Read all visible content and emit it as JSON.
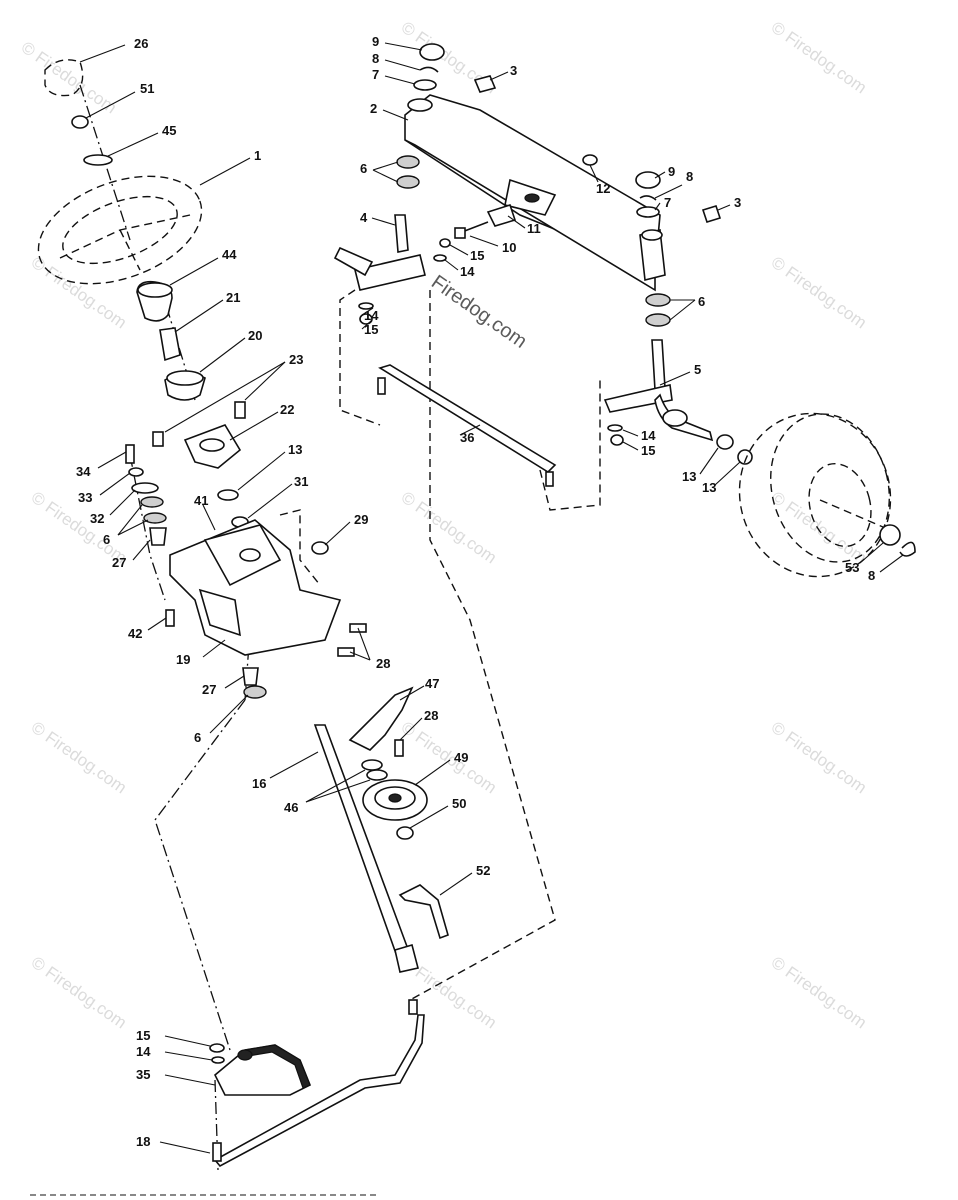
{
  "watermark": {
    "text": "© Firedog.com",
    "center_text": "Firedog.com"
  },
  "callouts": [
    {
      "id": "c26",
      "text": "26"
    },
    {
      "id": "c51",
      "text": "51"
    },
    {
      "id": "c45",
      "text": "45"
    },
    {
      "id": "c1",
      "text": "1"
    },
    {
      "id": "c44",
      "text": "44"
    },
    {
      "id": "c21",
      "text": "21"
    },
    {
      "id": "c20",
      "text": "20"
    },
    {
      "id": "c23",
      "text": "23"
    },
    {
      "id": "c22",
      "text": "22"
    },
    {
      "id": "c13a",
      "text": "13"
    },
    {
      "id": "c31",
      "text": "31"
    },
    {
      "id": "c34",
      "text": "34"
    },
    {
      "id": "c33",
      "text": "33"
    },
    {
      "id": "c32",
      "text": "32"
    },
    {
      "id": "c6a",
      "text": "6"
    },
    {
      "id": "c41",
      "text": "41"
    },
    {
      "id": "c27a",
      "text": "27"
    },
    {
      "id": "c29",
      "text": "29"
    },
    {
      "id": "c42",
      "text": "42"
    },
    {
      "id": "c28a",
      "text": "28"
    },
    {
      "id": "c19",
      "text": "19"
    },
    {
      "id": "c27b",
      "text": "27"
    },
    {
      "id": "c6b",
      "text": "6"
    },
    {
      "id": "c47",
      "text": "47"
    },
    {
      "id": "c28b",
      "text": "28"
    },
    {
      "id": "c16",
      "text": "16"
    },
    {
      "id": "c49",
      "text": "49"
    },
    {
      "id": "c46",
      "text": "46"
    },
    {
      "id": "c50",
      "text": "50"
    },
    {
      "id": "c52",
      "text": "52"
    },
    {
      "id": "c15a",
      "text": "15"
    },
    {
      "id": "c14a",
      "text": "14"
    },
    {
      "id": "c35",
      "text": "35"
    },
    {
      "id": "c18",
      "text": "18"
    },
    {
      "id": "c9a",
      "text": "9"
    },
    {
      "id": "c8a",
      "text": "8"
    },
    {
      "id": "c7a",
      "text": "7"
    },
    {
      "id": "c3a",
      "text": "3"
    },
    {
      "id": "c2",
      "text": "2"
    },
    {
      "id": "c6c",
      "text": "6"
    },
    {
      "id": "c12",
      "text": "12"
    },
    {
      "id": "c4",
      "text": "4"
    },
    {
      "id": "c11",
      "text": "11"
    },
    {
      "id": "c10",
      "text": "10"
    },
    {
      "id": "c15b",
      "text": "15"
    },
    {
      "id": "c14b",
      "text": "14"
    },
    {
      "id": "c14c",
      "text": "14"
    },
    {
      "id": "c15c",
      "text": "15"
    },
    {
      "id": "c9b",
      "text": "9"
    },
    {
      "id": "c8b",
      "text": "8"
    },
    {
      "id": "c7b",
      "text": "7"
    },
    {
      "id": "c3b",
      "text": "3"
    },
    {
      "id": "c6d",
      "text": "6"
    },
    {
      "id": "c5",
      "text": "5"
    },
    {
      "id": "c36",
      "text": "36"
    },
    {
      "id": "c14d",
      "text": "14"
    },
    {
      "id": "c15d",
      "text": "15"
    },
    {
      "id": "c13b",
      "text": "13"
    },
    {
      "id": "c13c",
      "text": "13"
    },
    {
      "id": "c53",
      "text": "53"
    },
    {
      "id": "c8c",
      "text": "8"
    }
  ]
}
